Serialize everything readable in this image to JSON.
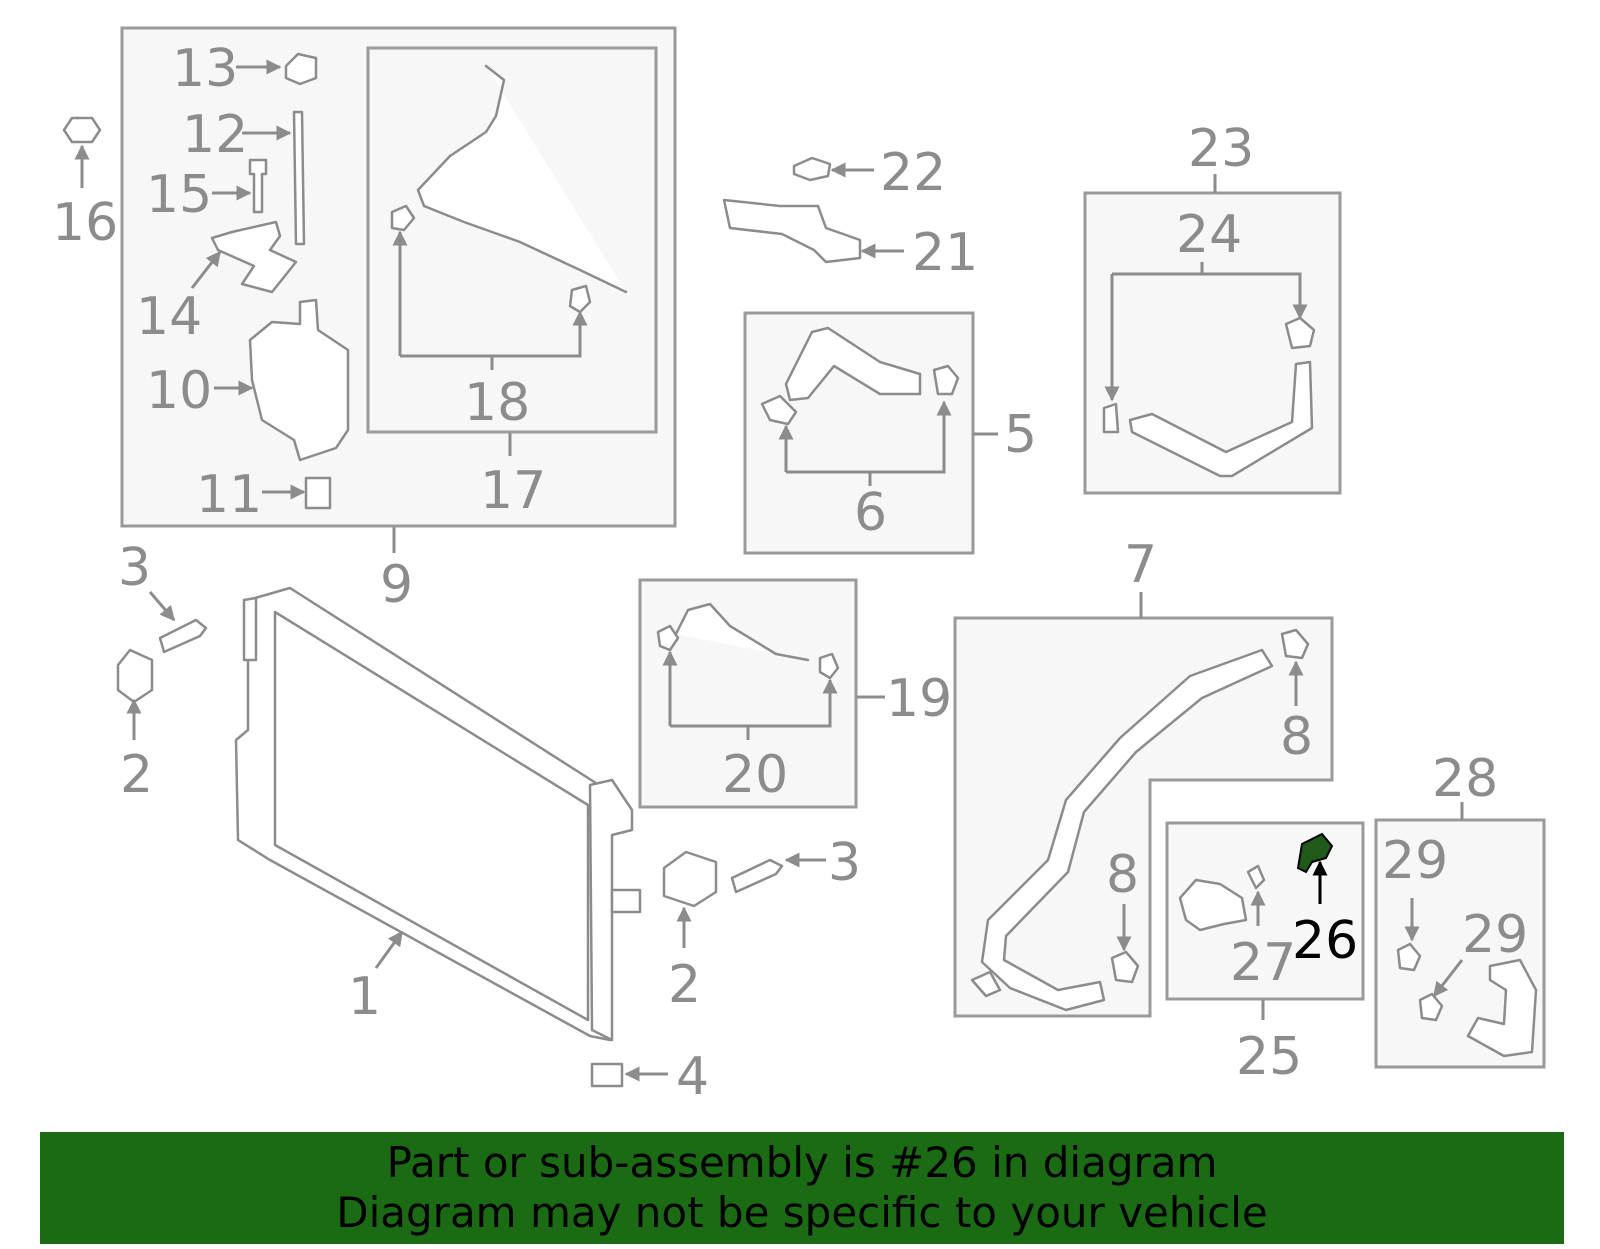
{
  "labels": {
    "l1": "1",
    "l2a": "2",
    "l2b": "2",
    "l3a": "3",
    "l3b": "3",
    "l4": "4",
    "l5": "5",
    "l6": "6",
    "l7": "7",
    "l8a": "8",
    "l8b": "8",
    "l9": "9",
    "l10": "10",
    "l11": "11",
    "l12": "12",
    "l13": "13",
    "l14": "14",
    "l15": "15",
    "l16": "16",
    "l17": "17",
    "l18": "18",
    "l19": "19",
    "l20": "20",
    "l21": "21",
    "l22": "22",
    "l23": "23",
    "l24": "24",
    "l25": "25",
    "l26": "26",
    "l27": "27",
    "l28": "28",
    "l29a": "29",
    "l29b": "29"
  },
  "banner": {
    "line1": "Part or sub-assembly is #26 in diagram",
    "line2": "Diagram may not be specific to your vehicle",
    "color": "#1a6b14"
  },
  "colors": {
    "highlight_part": "#1f5a1a",
    "parts": "#8c8c8c",
    "box_fill": "#f7f7f7"
  }
}
